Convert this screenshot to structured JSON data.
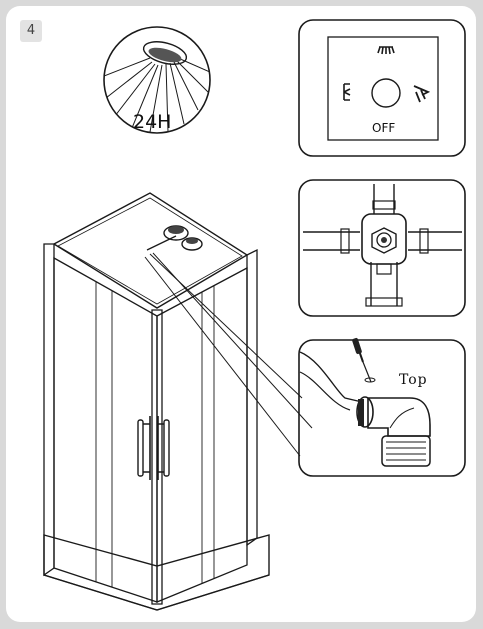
{
  "step": {
    "number": "4"
  },
  "shower_head": {
    "label": "24H"
  },
  "control_panel": {
    "off_label": "OFF"
  },
  "drain_detail": {
    "label": "Top"
  },
  "colors": {
    "line": "#1a1a1a",
    "frame": "#d9d9d9",
    "glass_light": "#f2f2f2",
    "glass_dark": "#8a8a8a"
  }
}
